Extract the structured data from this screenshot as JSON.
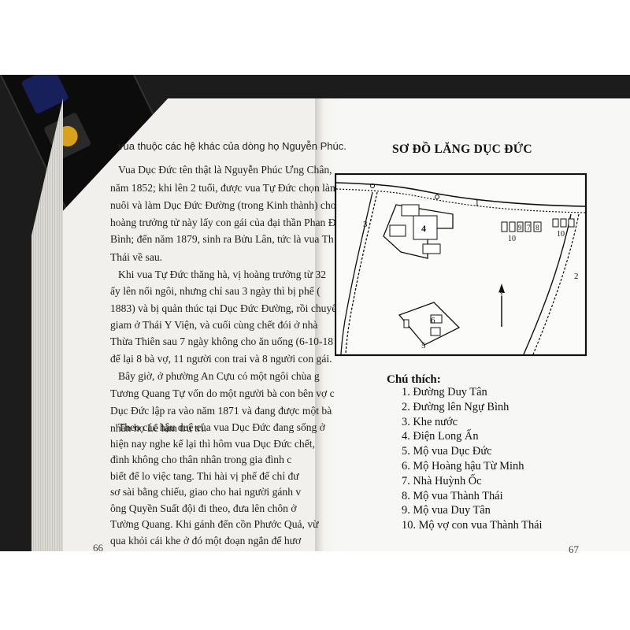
{
  "left_page": {
    "header": "vua thuộc các hệ khác của dòng họ Nguyễn Phúc.",
    "lines": [
      "Vua Dục Đức tên thật là Nguyễn Phúc Ưng Chân,",
      "năm 1852; khi lên 2 tuổi, được vua Tự Đức chọn làm",
      "nuôi và làm Dục Đức Đường (trong Kinh thành) cho",
      "hoàng trưởng tử này lấy con gái của đại thần Phan Đ",
      "Bình; đến năm 1879, sinh ra Bửu Lân, tức là vua Th",
      "Thái về sau.",
      "Khi vua Tự Đức thăng hà, vị hoàng trưởng từ 32",
      "ấy lên nối ngôi, nhưng chỉ sau 3 ngày thì bị phế (",
      "1883) và bị quản thúc tại Dục Đức Đường, rồi chuyển",
      "giam ở Thái Y Viện, và cuối cùng chết đói ở nhà",
      "Thừa Thiên sau 7 ngày không cho ăn uống (6-10-18",
      "để lại 8 bà vợ, 11 người con trai và 8 người con gái.",
      "Bây giờ, ở phường An Cựu có một ngôi chùa g",
      "Tương Quang Tự vốn do một người bà con bên vợ c",
      "Dục Đức lập ra vào năm 1871 và đang được một bà",
      "nhân họ Lê làm trú trì.",
      "Theo các hậu duệ của vua Dục Đức đang sống ở",
      "hiện nay nghe kể lại thì hôm vua Dục Đức chết,",
      "đình không cho thân nhân trong gia đình c",
      "biết để lo việc tang. Thi hài vị phế đế chỉ đư",
      "sơ sài bằng chiếu, giao cho hai người gánh v",
      "ông Quyền Suất đội đi theo, đưa lên chôn ở",
      "Tường Quang. Khi gánh đến cồn Phước Quả, vừ",
      "qua khỏi cái khe ở đó một đoạn ngắn để hươ"
    ],
    "page_number": "66"
  },
  "right_page": {
    "title": "SƠ ĐỒ LĂNG DỤC ĐỨC",
    "map_labels": [
      "1",
      "2",
      "3",
      "4",
      "5",
      "6",
      "7",
      "8",
      "9",
      "10",
      "10",
      "N"
    ],
    "legend_title": "Chú thích:",
    "legend": [
      "1. Đường Duy Tân",
      "2. Đường lên Ngự Bình",
      "3. Khe nước",
      "4. Điện Long Ấn",
      "5. Mộ vua Dục Đức",
      "6. Mộ Hoàng hậu Từ Minh",
      "7. Nhà Huỳnh Ốc",
      "8. Mộ vua Thành Thái",
      "9. Mộ vua Duy Tân",
      "10. Mộ vợ con vua Thành Thái"
    ],
    "page_number": "67"
  }
}
